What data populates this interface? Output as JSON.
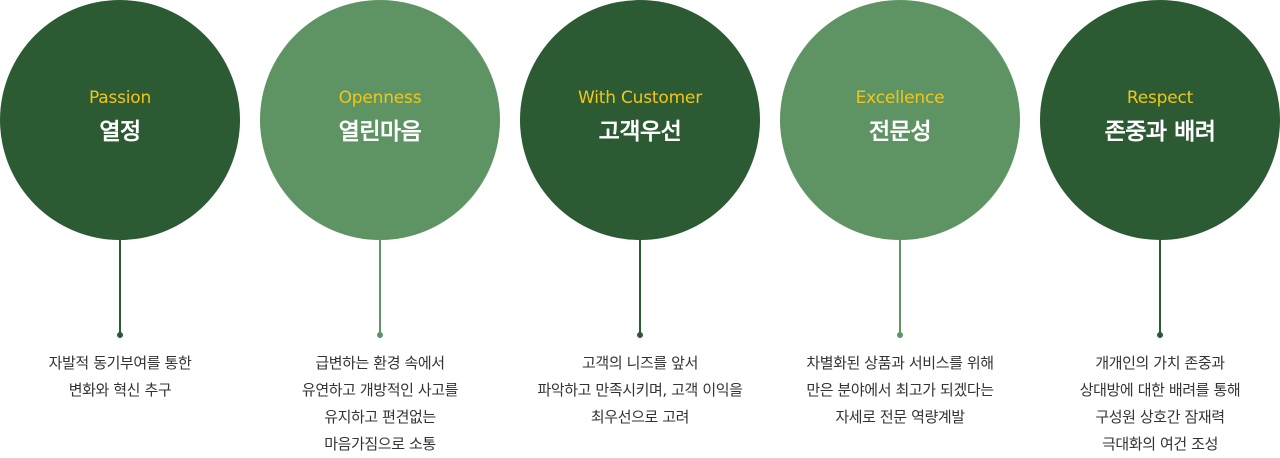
{
  "values": [
    {
      "en": "Passion",
      "ko": "열정",
      "tone": "dark",
      "desc": [
        "자발적 동기부여를 통한",
        "변화와 혁신 추구"
      ]
    },
    {
      "en": "Openness",
      "ko": "열린마음",
      "tone": "light",
      "desc": [
        "급변하는 환경 속에서",
        "유연하고 개방적인 사고를",
        "유지하고 편견없는",
        "마음가짐으로 소통"
      ]
    },
    {
      "en": "With Customer",
      "ko": "고객우선",
      "tone": "dark",
      "desc": [
        "고객의 니즈를 앞서",
        "파악하고 만족시키며, 고객 이익을",
        "최우선으로 고려"
      ]
    },
    {
      "en": "Excellence",
      "ko": "전문성",
      "tone": "light",
      "desc": [
        "차별화된 상품과 서비스를 위해",
        "만은 분야에서 최고가 되겠다는",
        "자세로 전문 역량계발"
      ]
    },
    {
      "en": "Respect",
      "ko": "존중과 배려",
      "tone": "dark",
      "desc": [
        "개개인의 가치 존중과",
        "상대방에 대한 배려를 통해",
        "구성원 상호간 잠재력",
        "극대화의 여건 조성"
      ]
    }
  ],
  "colors": {
    "dark": "#2c5a33",
    "light": "#5e9464",
    "accent": "#f2c618",
    "text": "#333333"
  }
}
